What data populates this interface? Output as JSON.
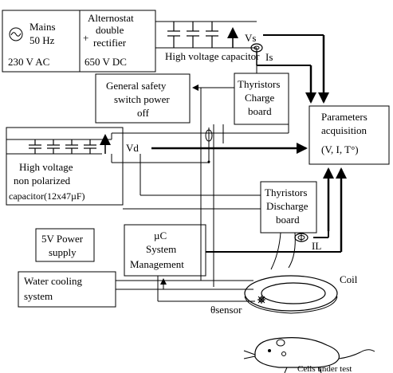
{
  "mains": {
    "line1": "Mains",
    "line2": "50 Hz",
    "line3": "230 V AC"
  },
  "rectifier": {
    "line1": "Alternostat",
    "line2": "double",
    "line3": "rectifier",
    "line4": "650 V DC",
    "plus": "+"
  },
  "hv_capacitor": {
    "label": "High voltage capacitor",
    "vs": "Vs",
    "is": "Is"
  },
  "safety_switch": {
    "line1": "General safety",
    "line2": "switch power",
    "line3": "off"
  },
  "charge_board": {
    "line1": "Thyristors",
    "line2": "Charge",
    "line3": "board"
  },
  "parameters": {
    "line1": "Parameters",
    "line2": "acquisition",
    "line3": "(V, I, T°)"
  },
  "np_capacitor": {
    "line1": "High voltage",
    "line2": "non  polarized",
    "line3": "capacitor(12x47µF)",
    "vd": "Vd"
  },
  "discharge_board": {
    "line1": "Thyristors",
    "line2": "Discharge",
    "line3": "board"
  },
  "power_supply": {
    "line1": "5V Power",
    "line2": "supply"
  },
  "uc_system": {
    "line1": "µC",
    "line2": "System",
    "line3": "Management"
  },
  "il_label": "IL",
  "coil_label": "Coil",
  "water_cooling": {
    "line1": "Water cooling",
    "line2": "system"
  },
  "theta_sensor": "θsensor",
  "cells_label": "Cells under test"
}
